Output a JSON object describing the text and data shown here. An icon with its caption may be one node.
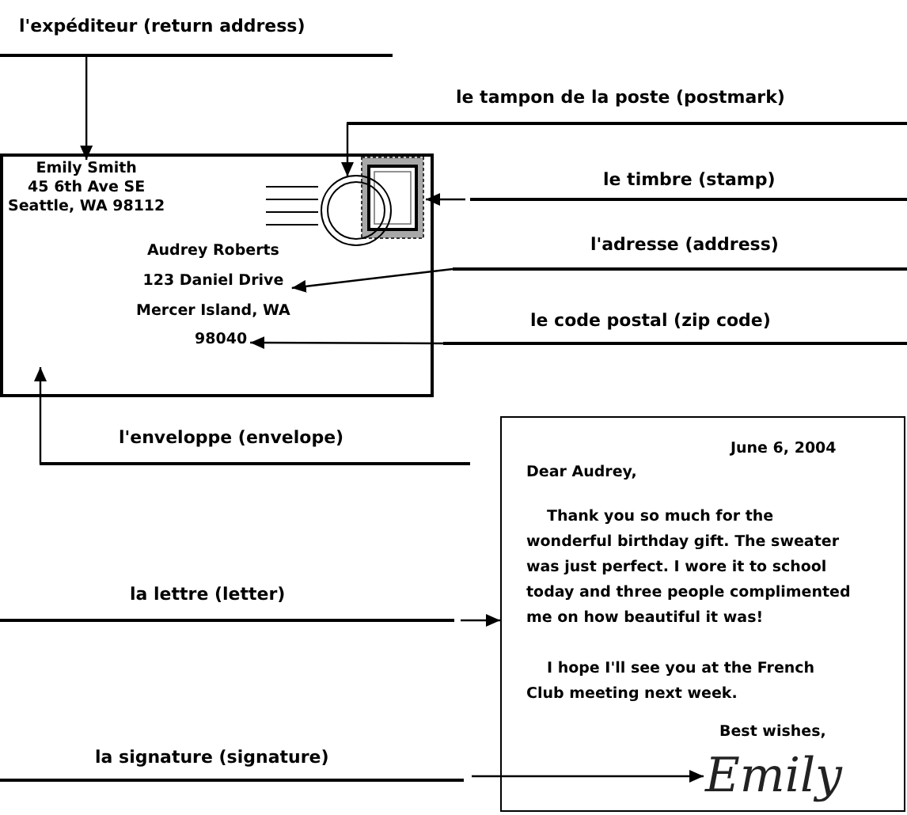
{
  "diagram": {
    "nodes": [
      {
        "text": [
          "l'expéditeur (return address)"
        ]
      },
      {
        "text": [],
        "shape": "box"
      },
      {
        "text": [
          "Emily Smith 45 6th Ave SE Seattle, WA 98112"
        ],
        "in": 1
      },
      {
        "text": [],
        "shape": "picture",
        "in": 1
      },
      {
        "text": [],
        "shape": "picture",
        "in": 1
      },
      {
        "text": [
          "Audrey Roberts 123 Daniel Drive Mercer Island, WA"
        ],
        "in": 1
      },
      {
        "text": [
          "98040"
        ],
        "in": 1
      },
      {
        "text": [
          "le tampon de la poste (postmark)"
        ]
      },
      {
        "text": [
          "le timbre (stamp)"
        ]
      },
      {
        "text": [
          "l'adresse (address)"
        ]
      },
      {
        "text": [
          "le code postal (zip code)"
        ]
      },
      {
        "text": [
          "l'enveloppe (envelope)"
        ]
      },
      {
        "text": [
          "June 6, 2004",
          "Dear Audrey,",
          "Thank you so much for the wonderful birthday gift. The sweater was just perfect. I wore it to school today and three people complimented me on how beautiful it was!",
          "I hope I'll see you at the French Club meeting next week.",
          "Best wishes,"
        ]
      },
      {
        "text": [
          "Emily"
        ],
        "in": 12
      },
      {
        "text": [
          "la lettre (letter)"
        ]
      },
      {
        "text": [
          "la signature (signature)"
        ]
      }
    ],
    "edges": [
      {
        "from": 0,
        "to": 2,
        "arrow": "to"
      },
      {
        "from": 7,
        "to": 3,
        "arrow": "to"
      },
      {
        "from": 8,
        "to": 4,
        "arrow": "to"
      },
      {
        "from": 9,
        "to": 5,
        "arrow": "to"
      },
      {
        "from": 10,
        "to": 6,
        "arrow": "to"
      },
      {
        "from": 11,
        "to": 1,
        "arrow": "to"
      },
      {
        "from": 14,
        "to": 12,
        "arrow": "to"
      },
      {
        "from": 15,
        "to": 13,
        "arrow": "to"
      }
    ]
  }
}
